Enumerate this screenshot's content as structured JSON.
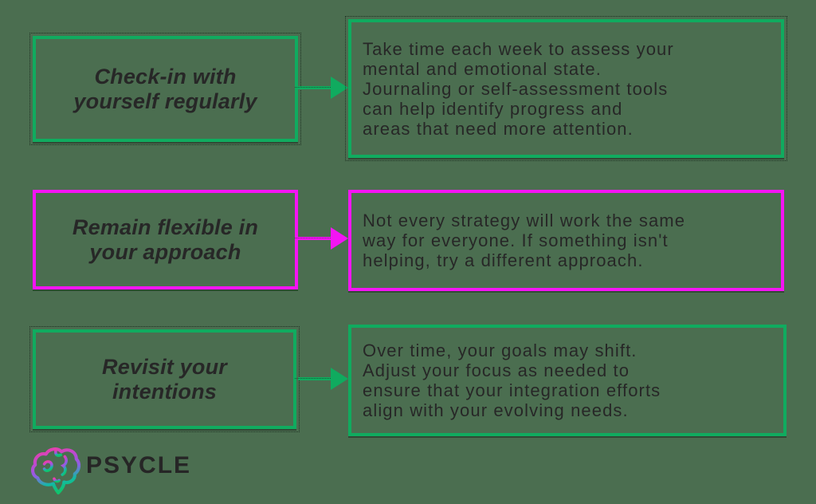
{
  "canvas": {
    "background_color": "#4B6E50"
  },
  "colors": {
    "green": "#10AB5F",
    "magenta": "#F414F4",
    "text_dark": "#272727"
  },
  "rows": [
    {
      "accent": "green",
      "title": "Check-in with yourself regularly",
      "title_lines": [
        "Check-in with",
        "yourself regularly"
      ],
      "description": "Take time each week to assess your mental and emotional state. Journaling or self-assessment tools can help identify progress and areas that need more attention.",
      "desc_lines": [
        "Take time each week to assess your",
        "mental and emotional state.",
        "Journaling or self-assessment tools",
        "can help identify progress and",
        "areas that need more attention."
      ]
    },
    {
      "accent": "magenta",
      "title": "Remain flexible in your approach",
      "title_lines": [
        "Remain flexible in",
        "your approach"
      ],
      "description": "Not every strategy will work the same way for everyone. If something isn't helping, try a different approach.",
      "desc_lines": [
        "Not every strategy will work the same",
        "way for everyone. If something isn't",
        "helping, try a different approach."
      ]
    },
    {
      "accent": "green",
      "title": "Revisit your intentions",
      "title_lines": [
        "Revisit your",
        "intentions"
      ],
      "description": "Over time, your goals may shift. Adjust your focus as needed to ensure that your integration efforts align with your evolving needs.",
      "desc_lines": [
        "Over time, your goals may shift.",
        "Adjust your focus as needed to",
        "ensure that your integration efforts",
        "align with your evolving needs."
      ]
    }
  ],
  "logo": {
    "brand": "PSYCLE",
    "icon": "brain-gradient-icon",
    "icon_colors": [
      "#EC3FA8",
      "#B44CD6",
      "#8E5FE3",
      "#14B8A6",
      "#10C46E"
    ]
  }
}
